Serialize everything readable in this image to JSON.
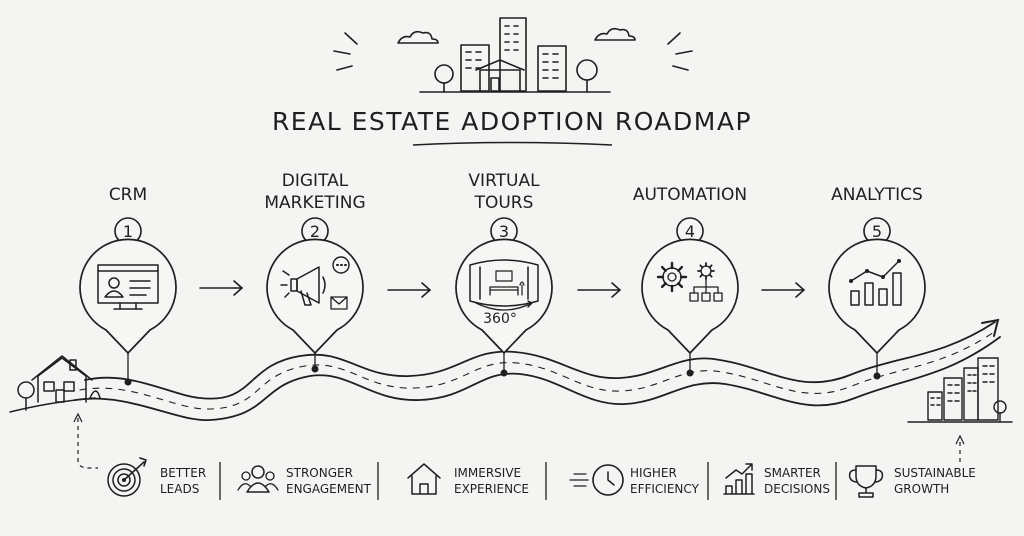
{
  "title": "REAL ESTATE ADOPTION ROADMAP",
  "stages": [
    {
      "number": "1",
      "label_lines": [
        "CRM"
      ],
      "icon": "crm-monitor-icon"
    },
    {
      "number": "2",
      "label_lines": [
        "DIGITAL",
        "MARKETING"
      ],
      "icon": "megaphone-icon"
    },
    {
      "number": "3",
      "label_lines": [
        "VIRTUAL",
        "TOURS"
      ],
      "icon": "virtual-tour-360-icon",
      "badge": "360°"
    },
    {
      "number": "4",
      "label_lines": [
        "AUTOMATION"
      ],
      "icon": "gears-flowchart-icon"
    },
    {
      "number": "5",
      "label_lines": [
        "ANALYTICS"
      ],
      "icon": "bar-chart-trend-icon"
    }
  ],
  "benefits": [
    {
      "line1": "BETTER",
      "line2": "LEADS",
      "icon": "target-icon"
    },
    {
      "line1": "STRONGER",
      "line2": "ENGAGEMENT",
      "icon": "people-icon"
    },
    {
      "line1": "IMMERSIVE",
      "line2": "EXPERIENCE",
      "icon": "house-icon"
    },
    {
      "line1": "HIGHER",
      "line2": "EFFICIENCY",
      "icon": "clock-icon"
    },
    {
      "line1": "SMARTER",
      "line2": "DECISIONS",
      "icon": "growth-chart-icon"
    },
    {
      "line1": "SUSTAINABLE",
      "line2": "GROWTH",
      "icon": "trophy-icon"
    }
  ],
  "colors": {
    "ink": "#1f1f1f",
    "paper": "#f4f4f2"
  }
}
